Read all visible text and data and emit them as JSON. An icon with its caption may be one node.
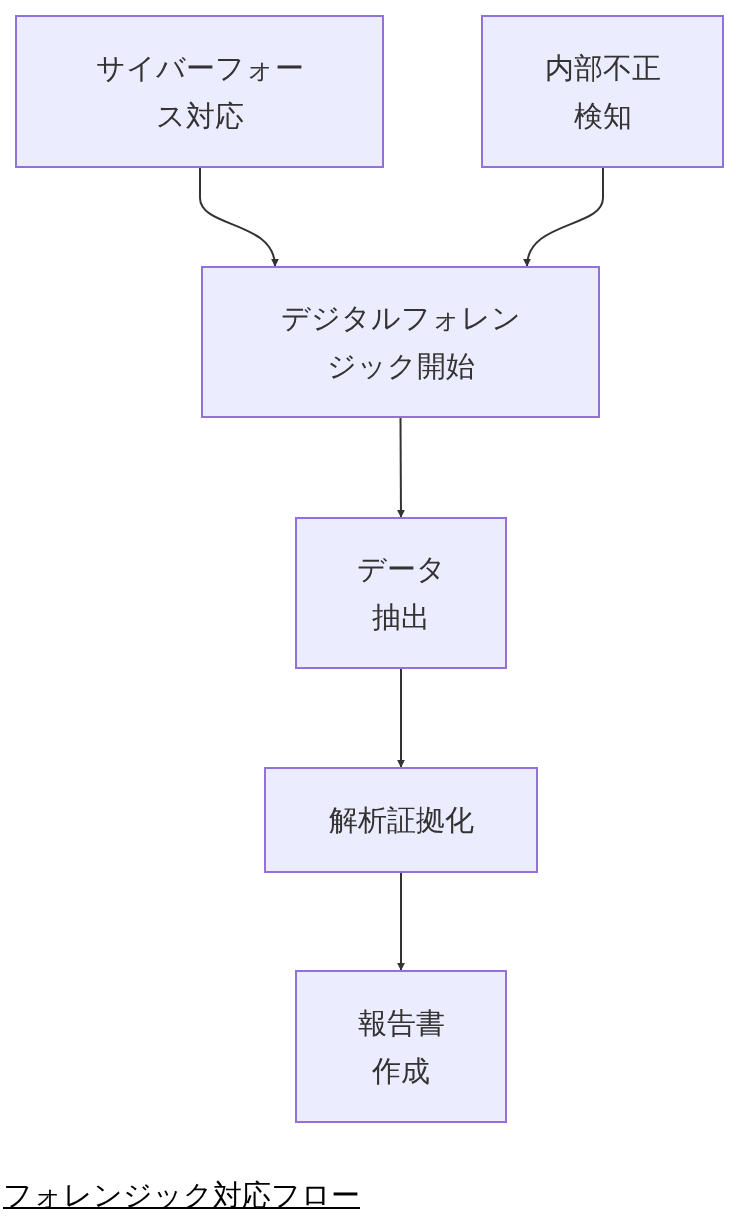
{
  "diagram": {
    "caption": "フォレンジック対応フロー",
    "nodes": [
      {
        "text": [
          "サイバーフォース対応"
        ]
      },
      {
        "text": [
          "内部不正検知"
        ]
      },
      {
        "text": [
          "デジタルフォレンジック開始"
        ]
      },
      {
        "text": [
          "データ抽出"
        ]
      },
      {
        "text": [
          "解析証拠化"
        ]
      },
      {
        "text": [
          "報告書作成"
        ]
      }
    ],
    "edges": [
      {
        "from": 0,
        "to": 2,
        "arrow": "to"
      },
      {
        "from": 1,
        "to": 2,
        "arrow": "to"
      },
      {
        "from": 2,
        "to": 3,
        "arrow": "to"
      },
      {
        "from": 3,
        "to": 4,
        "arrow": "to"
      },
      {
        "from": 4,
        "to": 5,
        "arrow": "to"
      }
    ]
  }
}
